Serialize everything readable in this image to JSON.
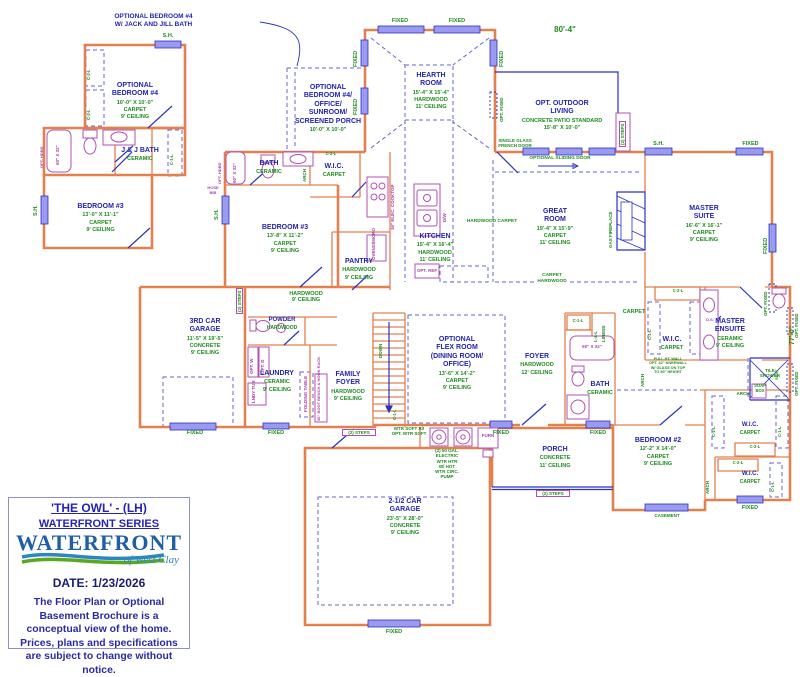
{
  "title_block": {
    "plan_name": "'THE OWL' - (LH)",
    "series": "WATERFRONT SERIES",
    "logo_main": "WATERFRONT",
    "logo_sub": "of West Clay",
    "date": "DATE: 1/23/2026",
    "disclaimer": "The Floor Plan or Optional Basement\nBrochure is a conceptual view of the\nhome. Prices, plans and specifications\nare subject to change without notice."
  },
  "dims": {
    "width": "80'-4\"",
    "height": "77'-0\""
  },
  "callout": "OPTIONAL BEDROOM #4\nW/ JACK AND JILL BATH",
  "rooms": {
    "opt_bedroom4": {
      "name": "OPTIONAL\nBEDROOM #4",
      "details": "10'-0\" X 10'-0\"\nCARPET\n9' CEILING"
    },
    "jj_bath": {
      "name": "J & J BATH",
      "details": "CERAMIC"
    },
    "opt_bedroom3": {
      "name": "BEDROOM #3",
      "details": "13'-0\" X 11'-1\"\nCARPET\n9' CEILING"
    },
    "sunroom": {
      "name": "OPTIONAL\nBEDROOM #4/\nOFFICE/\nSUNROOM/\nSCREENED PORCH",
      "details": "10'-0\" X 10'-0\""
    },
    "hearth": {
      "name": "HEARTH\nROOM",
      "details": "15'-4\" X 15'-4\"\nHARDWOOD\n11' CEILING"
    },
    "outdoor": {
      "name": "OPT. OUTDOOR\nLIVING",
      "details": "CONCRETE PATIO STANDARD\n15'-8\" X 10'-0\""
    },
    "great": {
      "name": "GREAT\nROOM",
      "details": "19'-4\" X 15'-9\"\nCARPET\n11' CEILING"
    },
    "master": {
      "name": "MASTER\nSUITE",
      "details": "16'-6\" X 16'-1\"\nCARPET\n9' CEILING"
    },
    "bath3": {
      "name": "BATH",
      "details": "CERAMIC"
    },
    "wic_hall": {
      "name": "W.I.C.",
      "details": "CARPET"
    },
    "bedroom3": {
      "name": "BEDROOM #3",
      "details": "13'-8\" X 11'-2\"\nCARPET\n9' CEILING"
    },
    "kitchen": {
      "name": "KITCHEN",
      "details": "15'-4\" X 16'-4\"\nHARDWOOD\n11' CEILING"
    },
    "pantry": {
      "name": "PANTRY",
      "details": "HARDWOOD\n9' CEILING"
    },
    "garage3": {
      "name": "3RD CAR\nGARAGE",
      "details": "11'-5\" X 19'-5\"\nCONCRETE\n9' CEILING"
    },
    "powder": {
      "name": "POWDER",
      "details": "HARDWOOD"
    },
    "laundry": {
      "name": "LAUNDRY",
      "details": "CERAMIC\n9' CEILING"
    },
    "family_foyer": {
      "name": "FAMILY\nFOYER",
      "details": "HARDWOOD\n9' CEILING"
    },
    "flex": {
      "name": "OPTIONAL\nFLEX ROOM\n(DINING ROOM/\nOFFICE)",
      "details": "13'-6\" X 14'-2\"\nCARPET\n9' CEILING"
    },
    "foyer": {
      "name": "FOYER",
      "details": "HARDWOOD\n12' CEILING"
    },
    "ensuite": {
      "name": "MASTER\nENSUITE",
      "details": "CERAMIC\n9' CEILING"
    },
    "wic_master": {
      "name": "W.I.C.",
      "details": "CARPET"
    },
    "bath2": {
      "name": "BATH",
      "details": "CERAMIC"
    },
    "garage25": {
      "name": "2-1/2 CAR\nGARAGE",
      "details": "23'-5\" X 28'-0\"\nCONCRETE\n9' CEILING"
    },
    "porch": {
      "name": "PORCH",
      "details": "CONCRETE\n11' CEILING"
    },
    "bedroom2": {
      "name": "BEDROOM #2",
      "details": "12'-2\" X 14'-0\"\nCARPET\n9' CEILING"
    },
    "wic_b2a": {
      "name": "W.I.C.",
      "details": "CARPET"
    },
    "wic_b2b": {
      "name": "W.I.C.",
      "details": "CARPET"
    }
  },
  "ann": {
    "sh": "S.H.",
    "fixed": "FIXED",
    "opt_fixed": "OPT. FIXED",
    "casement": "CASEMENT",
    "steps2": "(2) STEPS",
    "french": "SINGLE GLASS\nFRENCH DOOR",
    "sliding": "OPTIONAL SLIDING DOOR",
    "gas_fireplace": "GAS FIREPLACE",
    "hardwood_carpet": "HARDWOOD CARPET",
    "carpet_hardwood": "CARPET\nHARDWOOD",
    "carpet": "CARPET",
    "hardwood9": "HARDWOOD\n9' CEILING",
    "opt_ref": "OPT. REF",
    "cooktop": "36\" ELEC. COOKTOP",
    "ovens": "OVENS/MICRO",
    "dw": "D/W",
    "opt_w": "OPT. W",
    "opt_d": "OPT. D",
    "lndy_tub": "LNDY TUB",
    "folding": "FOLDING TABLE",
    "boot_bench": "36\" BOOT BENCH & HOOK RACK",
    "wtr_soft": "WTR SOFT R/I\nOPT. WTR SOFT",
    "wtr_htr": "(2) 50 GAL.\nELECTRIC\nWTR HTR\nW/ HOT\nWTR CIRC.\nPUMP",
    "furn": "FURN",
    "down": "DOWN",
    "arch": "ARCH",
    "linens": "LINENS",
    "lll": "L-&-L",
    "c1l": "C-1-L",
    "c2l": "C-2-L",
    "tub": "60\" X 32\"",
    "opt_hdbd": "OPT. HDBD",
    "tile_shower": "TILE\nSHOWER",
    "soap_box": "SOAP\nBOX",
    "seat": "SEAT",
    "kneewall": "FULL HT. WALL\nOPT. 42\" KNEEWALL\nW/ GLASS ON TOP\nTO 90\" HEIGHT",
    "hose_bib": "HOSE\nBIB",
    "ds": "D.S."
  },
  "colors": {
    "wall": "#E2804F",
    "window": "#9A9AEE",
    "door": "#2A32C0",
    "fixture": "#B050B0",
    "room_name": "#2424B0",
    "detail_green": "#1E8C1E",
    "logo_blue": "#1E5FA8",
    "logo_green": "#58A822"
  }
}
